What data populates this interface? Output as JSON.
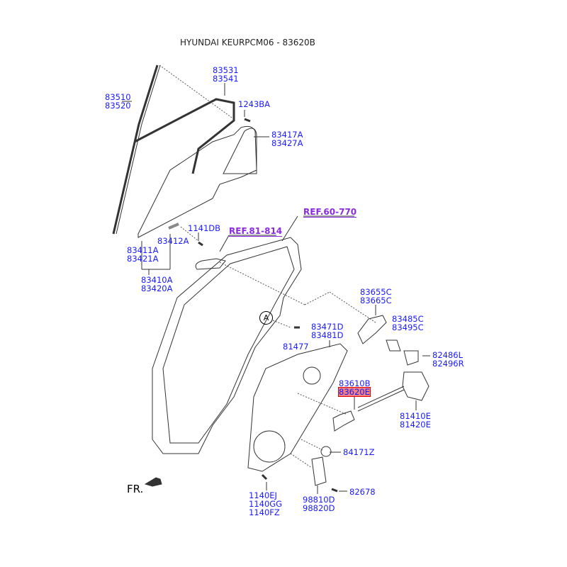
{
  "title": "HYUNDAI KEURPCM06 - 83620B",
  "refs": {
    "ref1": "REF.60-770",
    "ref2": "REF.81-814"
  },
  "callout": "A",
  "direction": "FR.",
  "parts": {
    "p83531": [
      "83531",
      "83541"
    ],
    "p83510": [
      "83510",
      "83520"
    ],
    "p1243": [
      "1243BA"
    ],
    "p83417": [
      "83417A",
      "83427A"
    ],
    "p1141": [
      "1141DB"
    ],
    "p83412": [
      "83412A"
    ],
    "p83411": [
      "83411A",
      "83421A"
    ],
    "p83410": [
      "83410A",
      "83420A"
    ],
    "p83655": [
      "83655C",
      "83665C"
    ],
    "p83485": [
      "83485C",
      "83495C"
    ],
    "p83471": [
      "83471D",
      "83481D"
    ],
    "p81477": [
      "81477"
    ],
    "p82486": [
      "82486L",
      "82496R"
    ],
    "p83610": [
      "83610B",
      "83620E"
    ],
    "p81410": [
      "81410E",
      "81420E"
    ],
    "p84171": [
      "84171Z"
    ],
    "p1140": [
      "1140EJ",
      "1140GG",
      "1140FZ"
    ],
    "p98810": [
      "98810D",
      "98820D"
    ],
    "p82678": [
      "82678"
    ]
  }
}
